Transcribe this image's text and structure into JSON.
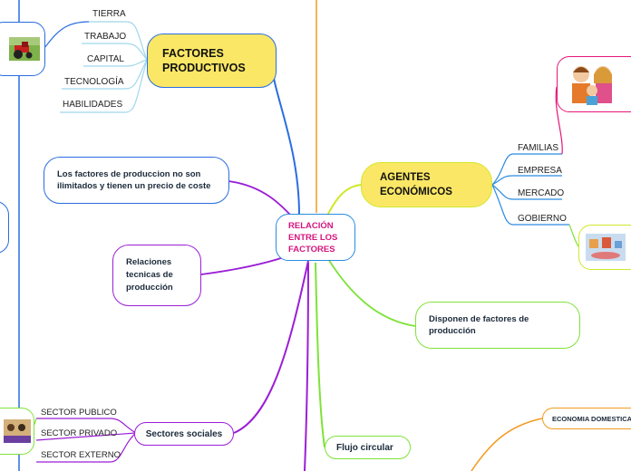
{
  "central": {
    "label": "RELACIÓN ENTRE LOS FACTORES"
  },
  "left": {
    "factores": {
      "title": "FACTORES PRODUCTIVOS",
      "items": [
        "TIERRA",
        "TRABAJO",
        "CAPITAL",
        "TECNOLOGÍA",
        "HABILIDADES"
      ]
    },
    "limitados": {
      "text": "Los factores de produccion no son ilimitados y tienen un precio de coste"
    },
    "relaciones": {
      "text": "Relaciones tecnicas de producción"
    },
    "sectores": {
      "title": "Sectores sociales",
      "items": [
        "SECTOR PUBLICO",
        "SECTOR PRIVADO",
        "SECTOR EXTERNO"
      ]
    }
  },
  "right": {
    "agentes": {
      "title": "AGENTES ECONÓMICOS",
      "items": [
        "FAMILIAS",
        "EMPRESA",
        "MERCADO",
        "GOBIERNO"
      ]
    },
    "disponen": {
      "text": "Disponen de factores de producción"
    },
    "flujo": {
      "text": "Flujo circular"
    },
    "economia": {
      "text": "ECONOMIA DOMESTICA"
    }
  },
  "colors": {
    "blue": "#2b6de0",
    "yellow_fill": "#fbe766",
    "purple": "#9b1fd6",
    "green": "#7fe23a",
    "pink": "#e6157a",
    "orange": "#f29a1e",
    "lime": "#cfe82a",
    "center_text": "#d4157d"
  }
}
